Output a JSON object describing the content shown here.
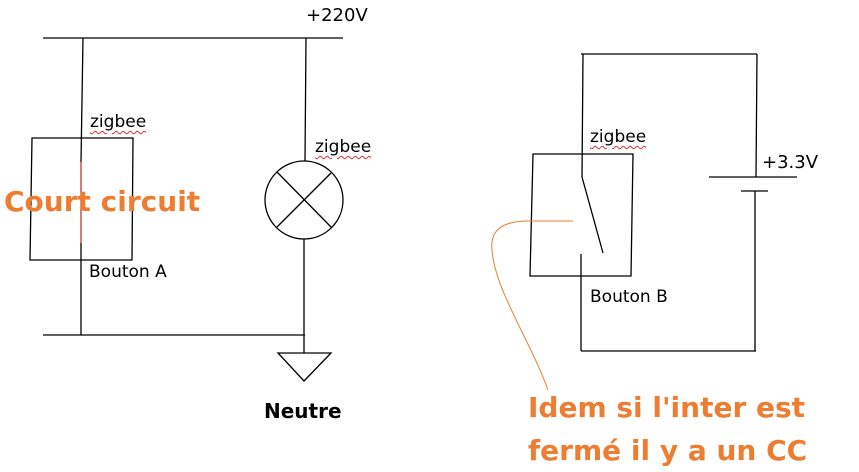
{
  "colors": {
    "line": "#000000",
    "accent": "#ED7D31",
    "short_segment": "#C0392B"
  },
  "circuit_a": {
    "supply_label": "+220V",
    "button_module_label": "zigbee",
    "lamp_module_label": "zigbee",
    "button_label": "Bouton A",
    "neutral_label": "Neutre",
    "annotation": "Court circuit"
  },
  "circuit_b": {
    "module_label": "zigbee",
    "supply_label": "+3.3V",
    "button_label": "Bouton B",
    "annotation_line1": "Idem si l'inter est",
    "annotation_line2": "fermé il y a un CC"
  }
}
